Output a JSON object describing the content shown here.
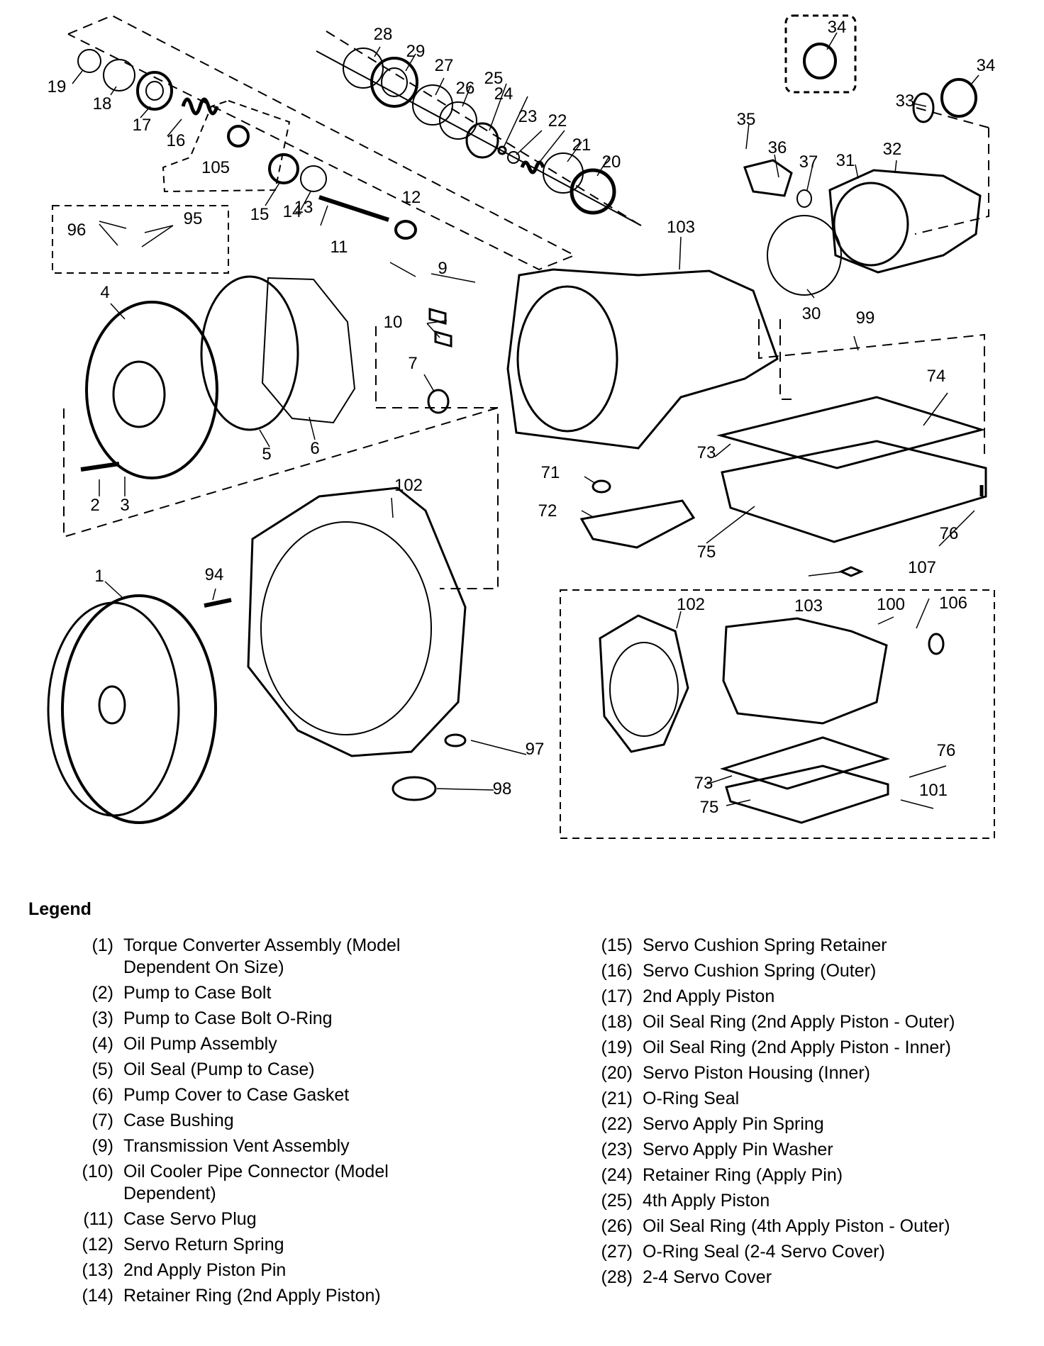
{
  "callouts": [
    "1",
    "2",
    "3",
    "4",
    "5",
    "6",
    "7",
    "9",
    "10",
    "11",
    "12",
    "13",
    "14",
    "15",
    "16",
    "17",
    "18",
    "19",
    "20",
    "21",
    "22",
    "23",
    "24",
    "25",
    "26",
    "27",
    "28",
    "29",
    "30",
    "31",
    "32",
    "33",
    "34",
    "35",
    "36",
    "37",
    "71",
    "72",
    "73",
    "74",
    "75",
    "76",
    "94",
    "95",
    "96",
    "97",
    "98",
    "99",
    "100",
    "101",
    "102",
    "103",
    "105",
    "106",
    "107"
  ],
  "legend": {
    "title": "Legend",
    "left": [
      {
        "num": "(1)",
        "text": "Torque Converter Assembly (Model Dependent On Size)"
      },
      {
        "num": "(2)",
        "text": "Pump to Case Bolt"
      },
      {
        "num": "(3)",
        "text": "Pump to Case Bolt O-Ring"
      },
      {
        "num": "(4)",
        "text": "Oil Pump Assembly"
      },
      {
        "num": "(5)",
        "text": "Oil Seal (Pump to Case)"
      },
      {
        "num": "(6)",
        "text": "Pump Cover to Case Gasket"
      },
      {
        "num": "(7)",
        "text": "Case Bushing"
      },
      {
        "num": "(9)",
        "text": "Transmission Vent Assembly"
      },
      {
        "num": "(10)",
        "text": "Oil Cooler Pipe Connector (Model Dependent)"
      },
      {
        "num": "(11)",
        "text": "Case Servo Plug"
      },
      {
        "num": "(12)",
        "text": "Servo Return Spring"
      },
      {
        "num": "(13)",
        "text": "2nd Apply Piston Pin"
      },
      {
        "num": "(14)",
        "text": "Retainer Ring (2nd Apply Piston)"
      }
    ],
    "right": [
      {
        "num": "(15)",
        "text": "Servo Cushion Spring Retainer"
      },
      {
        "num": "(16)",
        "text": "Servo Cushion Spring (Outer)"
      },
      {
        "num": "(17)",
        "text": "2nd Apply Piston"
      },
      {
        "num": "(18)",
        "text": "Oil Seal Ring (2nd Apply Piston - Outer)"
      },
      {
        "num": "(19)",
        "text": "Oil Seal Ring (2nd Apply Piston - Inner)"
      },
      {
        "num": "(20)",
        "text": "Servo Piston Housing (Inner)"
      },
      {
        "num": "(21)",
        "text": "O-Ring Seal"
      },
      {
        "num": "(22)",
        "text": "Servo Apply Pin Spring"
      },
      {
        "num": "(23)",
        "text": "Servo Apply Pin Washer"
      },
      {
        "num": "(24)",
        "text": "Retainer Ring (Apply Pin)"
      },
      {
        "num": "(25)",
        "text": "4th Apply Piston"
      },
      {
        "num": "(26)",
        "text": "Oil Seal Ring (4th Apply Piston - Outer)"
      },
      {
        "num": "(27)",
        "text": "O-Ring Seal (2-4 Servo Cover)"
      },
      {
        "num": "(28)",
        "text": "2-4 Servo Cover"
      }
    ]
  }
}
